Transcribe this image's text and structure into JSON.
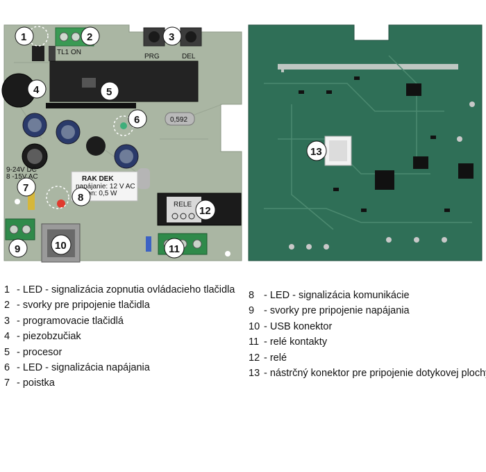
{
  "board_text": {
    "terminal_label": "TL1 ON",
    "button_prg": "PRG",
    "button_del": "DEL",
    "voltage_label_1": "9-24V DC",
    "voltage_label_2": "8 -15V AC",
    "sticker_title": "RAK DEK",
    "sticker_line1": "napájanie: 12 V AC",
    "sticker_line2": "príkon: 0,5 W",
    "relay_label": "RELE"
  },
  "callouts": [
    "1",
    "2",
    "3",
    "4",
    "5",
    "6",
    "7",
    "8",
    "9",
    "10",
    "11",
    "12",
    "13"
  ],
  "legend_left": [
    {
      "num": "1",
      "text": "- LED - signalizácia zopnutia ovládacieho tlačidla"
    },
    {
      "num": "2",
      "text": "- svorky pre pripojenie tlačidla"
    },
    {
      "num": "3",
      "text": "- programovacie tlačidlá"
    },
    {
      "num": "4",
      "text": "- piezobzučiak"
    },
    {
      "num": "5",
      "text": "- procesor"
    },
    {
      "num": "6",
      "text": "- LED - signalizácia napájania"
    },
    {
      "num": "7",
      "text": "- poistka"
    }
  ],
  "legend_right": [
    {
      "num": "8",
      "text": "- LED - signalizácia komunikácie"
    },
    {
      "num": "9",
      "text": "- svorky pre pripojenie napájania"
    },
    {
      "num": "10",
      "text": "- USB konektor"
    },
    {
      "num": "11",
      "text": "- relé kontakty"
    },
    {
      "num": "12",
      "text": "- relé"
    },
    {
      "num": "13",
      "text": "- nástrčný konektor pre pripojenie dotykovej plochy"
    }
  ],
  "colors": {
    "pcb_front": "#aab6a3",
    "pcb_back": "#2f6f57",
    "terminal_green": "#2f8a4a",
    "relay_black": "#1b1b1b"
  }
}
